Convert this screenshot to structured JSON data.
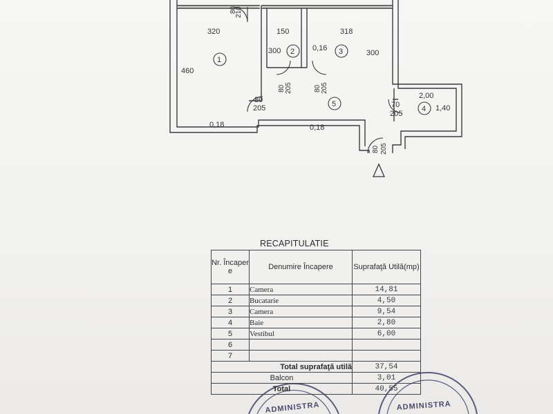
{
  "plan": {
    "top_labels": [
      "210",
      "80"
    ],
    "rooms": [
      {
        "number": "1",
        "width": "320",
        "length": "460"
      },
      {
        "number": "2",
        "width": "150",
        "length": "300"
      },
      {
        "number": "3",
        "width": "318",
        "length": "300"
      },
      {
        "number": "4",
        "width": "2,00",
        "length": "1,40"
      },
      {
        "number": "5"
      }
    ],
    "wall_labels": [
      "0,16",
      "0,18",
      "0,18"
    ],
    "doors": [
      {
        "top": "80",
        "bottom": "205"
      },
      {
        "top": "80",
        "bottom": "205"
      },
      {
        "top": "80",
        "bottom": "205"
      },
      {
        "top": "70",
        "bottom": "205"
      },
      {
        "top": "80",
        "bottom": "205"
      }
    ]
  },
  "recap": {
    "title": "RECAPITULATIE",
    "headers": {
      "nr": "Nr. Încaper e",
      "name": "Denumire Încapere",
      "area": "Suprafaţă Utilă(mp)"
    },
    "rows": [
      {
        "nr": "1",
        "name": "Camera",
        "area": "14,81"
      },
      {
        "nr": "2",
        "name": "Bucatarie",
        "area": "4,50"
      },
      {
        "nr": "3",
        "name": "Camera",
        "area": "9,54"
      },
      {
        "nr": "4",
        "name": "Baie",
        "area": "2,80"
      },
      {
        "nr": "5",
        "name": "Vestibul",
        "area": "6,00"
      },
      {
        "nr": "6",
        "name": "",
        "area": ""
      },
      {
        "nr": "7",
        "name": "",
        "area": ""
      }
    ],
    "total_util_label": "Total suprafaţă utilă",
    "total_util_value": "37,54",
    "balcon_label": "Balcon",
    "balcon_value": "3,01",
    "total_label": "Total",
    "total_value": "40,55"
  },
  "stamps": [
    "ADMINISTRA",
    "ADMINISTRA"
  ]
}
